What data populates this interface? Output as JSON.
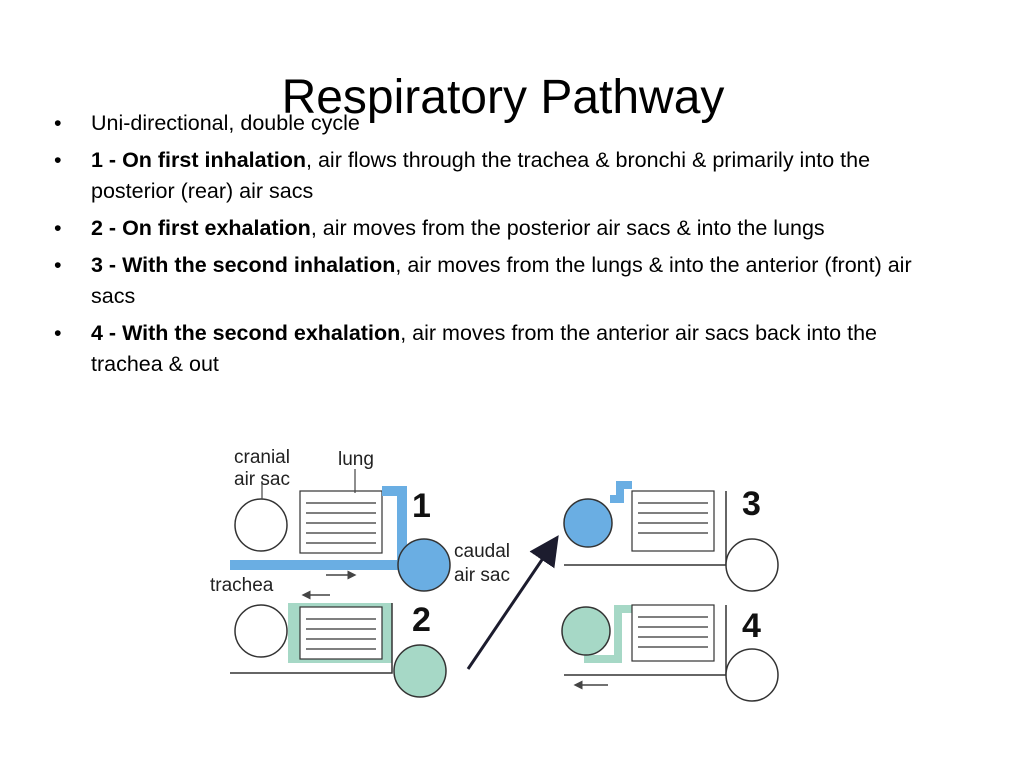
{
  "title": "Respiratory Pathway",
  "bullets": [
    {
      "bullet": "•",
      "bold": "",
      "text": "Uni-directional, double cycle"
    },
    {
      "bullet": "•",
      "bold": "1 - On first inhalation",
      "text": ", air flows through the trachea & bronchi & primarily into the posterior (rear) air sacs"
    },
    {
      "bullet": "•",
      "bold": "2 - On first exhalation",
      "text": ", air moves from the posterior air sacs & into the lungs"
    },
    {
      "bullet": "•",
      "bold": "3 - With the second inhalation",
      "text": ", air moves from the lungs & into the anterior (front) air sacs"
    },
    {
      "bullet": "•",
      "bold": "4 - With the second exhalation",
      "text": ", air moves from the anterior air sacs back into the trachea & out"
    }
  ],
  "figure": {
    "labels": {
      "cranial_1": "cranial",
      "cranial_2": "air sac",
      "lung": "lung",
      "caudal_1": "caudal",
      "caudal_2": "air sac",
      "trachea": "trachea"
    },
    "panel_numbers": [
      "1",
      "2",
      "3",
      "4"
    ],
    "colors": {
      "air_blue": "#6aaee3",
      "air_green": "#a6d8c6",
      "outline": "#333333",
      "background": "#ffffff",
      "arrow": "#1c1c2e"
    }
  }
}
